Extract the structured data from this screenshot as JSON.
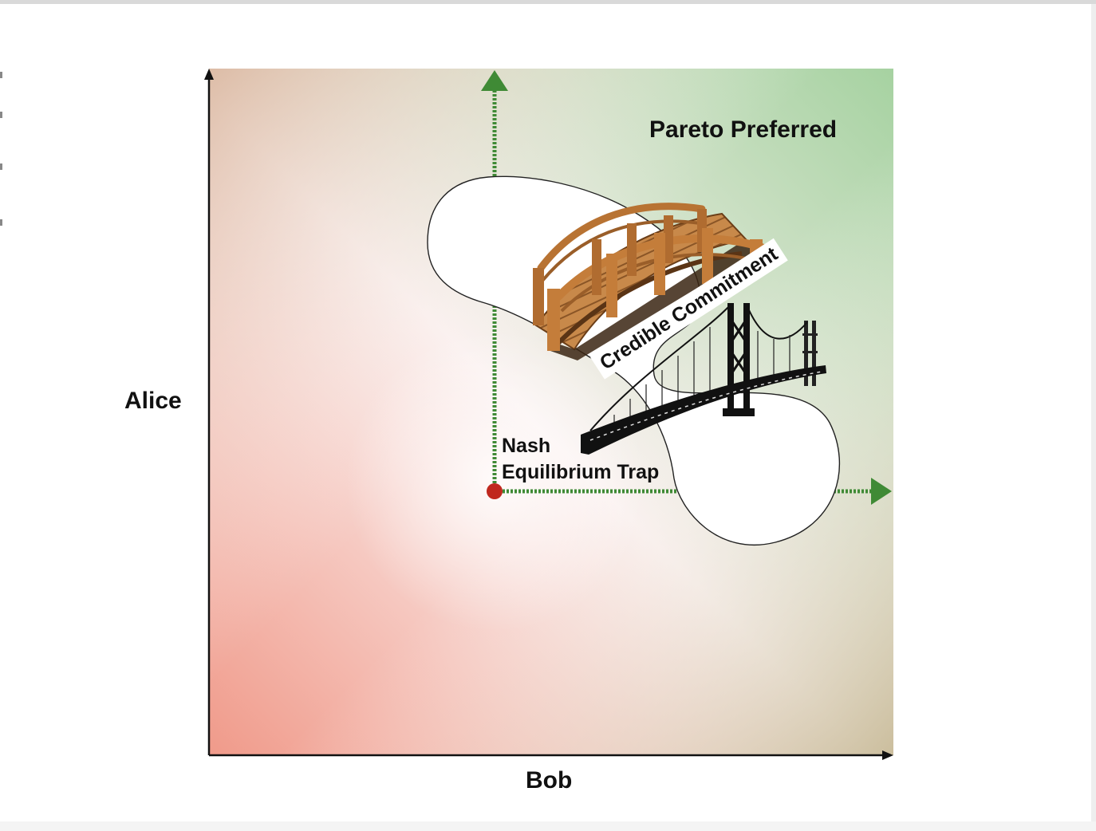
{
  "axes": {
    "y_label": "Alice",
    "x_label": "Bob"
  },
  "regions": {
    "pareto_label": "Pareto Preferred"
  },
  "points": {
    "nash_label_line1": "Nash",
    "nash_label_line2": "Equilibrium Trap"
  },
  "bridge": {
    "label": "Credible Commitment"
  },
  "colors": {
    "bad_corner": "#f09a8a",
    "good_corner": "#a6d2a1",
    "neutral_corner": "#c6b894",
    "pareto_arrow": "#3f8a35",
    "nash_point": "#c0281e",
    "axis": "#111111"
  },
  "icons": [
    "wooden-footbridge-icon",
    "suspension-bridge-icon"
  ]
}
